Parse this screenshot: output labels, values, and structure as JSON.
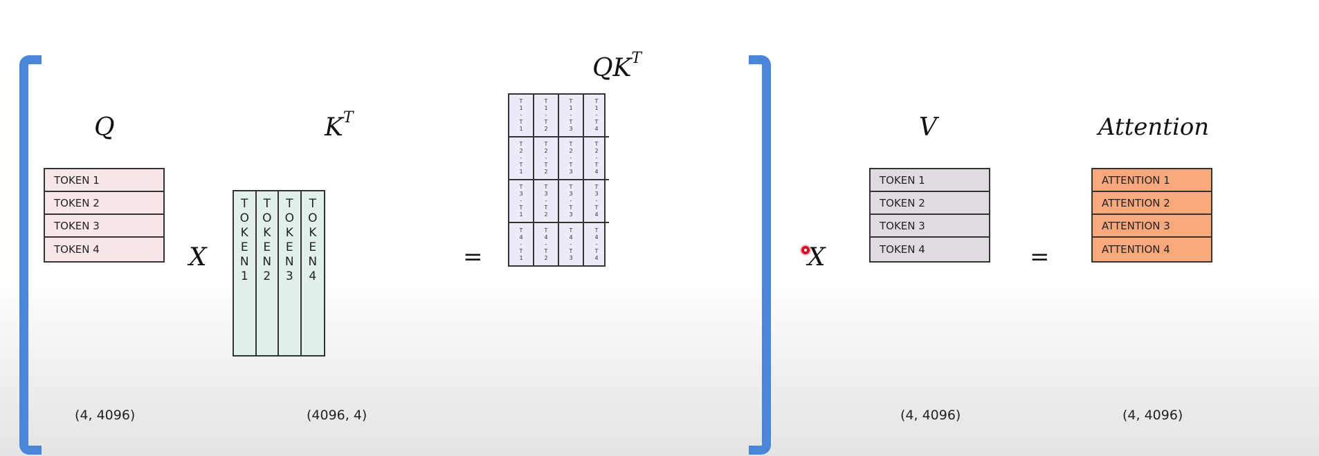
{
  "labels": {
    "q": "Q",
    "kt_base": "K",
    "kt_sup": "T",
    "qkt_base": "QK",
    "qkt_sup": "T",
    "v": "V",
    "attention": "Attention"
  },
  "operators": {
    "times1": "X",
    "equals1": "=",
    "times2": "X",
    "equals2": "="
  },
  "q_matrix": {
    "rows": [
      "TOKEN 1",
      "TOKEN 2",
      "TOKEN 3",
      "TOKEN 4"
    ],
    "shape": "(4, 4096)",
    "fill": "#f8e7e8"
  },
  "kt_matrix": {
    "cols": [
      "TOKEN1",
      "TOKEN2",
      "TOKEN3",
      "TOKEN4"
    ],
    "shape": "(4096, 4)",
    "fill": "#e2f0ea"
  },
  "qkt_matrix": {
    "cells": [
      [
        "T1-T1",
        "T1-T2",
        "T1-T3",
        "T1-T4"
      ],
      [
        "T2-T1",
        "T2-T2",
        "T2-T3",
        "T2-T4"
      ],
      [
        "T3-T1",
        "T3-T2",
        "T3-T3",
        "T3-T4"
      ],
      [
        "T4-T1",
        "T4-T2",
        "T4-T3",
        "T4-T4"
      ]
    ],
    "fill": "#efeaf7"
  },
  "v_matrix": {
    "rows": [
      "TOKEN 1",
      "TOKEN 2",
      "TOKEN 3",
      "TOKEN 4"
    ],
    "shape": "(4, 4096)",
    "fill": "#dfdbe0"
  },
  "attention_matrix": {
    "rows": [
      "ATTENTION 1",
      "ATTENTION 2",
      "ATTENTION 3",
      "ATTENTION 4"
    ],
    "shape": "(4, 4096)",
    "fill": "#f7a87c"
  },
  "colors": {
    "bracket": "#4a86d8",
    "cursor": "#d0122a"
  }
}
